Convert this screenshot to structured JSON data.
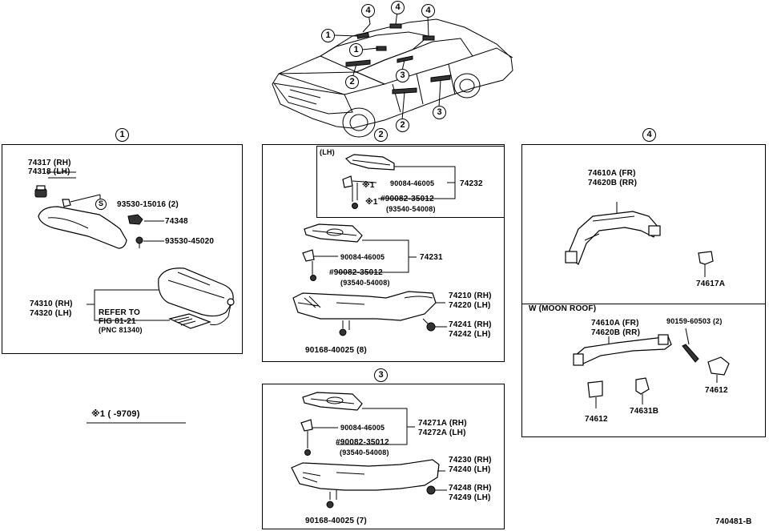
{
  "callouts": {
    "c1": "1",
    "c2": "2",
    "c3": "3",
    "c4": "4"
  },
  "car": {
    "m1": "1",
    "m2": "2",
    "m3": "3",
    "m4": "4",
    "m1b": "1",
    "m4b": "4",
    "m4c": "4",
    "m2b": "2",
    "m3b": "3"
  },
  "p1": {
    "visor_clip_rh": "74317 (RH)",
    "visor_clip_lh": "74318 (LH)",
    "s_mark": "S",
    "screw1": "93530-15016 (2)",
    "holder": "74348",
    "screw2": "93530-45020",
    "visor_rh": "74310 (RH)",
    "visor_lh": "74320 (LH)",
    "refer1": "REFER TO",
    "refer2": "FIG 81-21",
    "refer3": "(PNC 81340)"
  },
  "note": {
    "text": "※1 (      -9709)"
  },
  "p2": {
    "lh": "(LH)",
    "cover_screw": "90084-46005",
    "cover": "74232",
    "mark1": "※1",
    "mark1b": "※1",
    "nut": "#90082-35012",
    "nut_alt": "(93540-54008)",
    "screw_b": "90084-46005",
    "cover_b": "74231",
    "nut_b": "#90082-35012",
    "nut_b_alt": "(93540-54008)",
    "grip_rh": "74210 (RH)",
    "grip_lh": "74220 (LH)",
    "plug_rh": "74241 (RH)",
    "plug_lh": "74242 (LH)",
    "screw_bottom": "90168-40025 (8)"
  },
  "p3": {
    "screw": "90084-46005",
    "cover_rh": "74271A (RH)",
    "cover_lh": "74272A (LH)",
    "nut": "#90082-35012",
    "nut_alt": "(93540-54008)",
    "grip_rh": "74230 (RH)",
    "grip_lh": "74240 (LH)",
    "plug_rh": "74248 (RH)",
    "plug_lh": "74249 (LH)",
    "screw_bottom": "90168-40025 (7)"
  },
  "p4": {
    "grip_fr": "74610A (FR)",
    "grip_rr": "74620B (RR)",
    "clip": "74617A",
    "moon": "W (MOON ROOF)",
    "grip2_fr": "74610A (FR)",
    "grip2_rr": "74620B (RR)",
    "bolt": "90159-60503 (2)",
    "cap": "74612",
    "cap2": "74612",
    "clip2": "74631B"
  },
  "footer": {
    "code": "740481-B"
  }
}
